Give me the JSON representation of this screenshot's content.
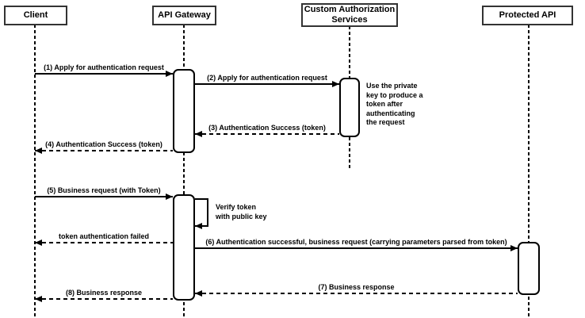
{
  "diagram_kind": "sequence",
  "colors": {
    "line": "#000000",
    "box_border": "#333333",
    "box_fill": "#ffffff",
    "background": "#ffffff",
    "text": "#000000"
  },
  "participants": [
    {
      "name": "Client"
    },
    {
      "name": "API Gateway"
    },
    {
      "name": "Custom Authorization\nServices"
    },
    {
      "name": "Protected API"
    }
  ],
  "messages": [
    {
      "label": "(1) Apply for authentication request",
      "from": "Client",
      "to": "API Gateway",
      "line": "solid"
    },
    {
      "label": "(2) Apply for authentication request",
      "from": "API Gateway",
      "to": "Custom Authorization Services",
      "line": "solid"
    },
    {
      "label": "(3) Authentication Success (token)",
      "from": "Custom Authorization Services",
      "to": "API Gateway",
      "line": "dashed"
    },
    {
      "label": "(4) Authentication Success (token)",
      "from": "API Gateway",
      "to": "Client",
      "line": "dashed"
    },
    {
      "label": "(5) Business request (with Token)",
      "from": "Client",
      "to": "API Gateway",
      "line": "solid"
    },
    {
      "label": "token authentication failed",
      "from": "API Gateway",
      "to": "Client",
      "line": "dashed"
    },
    {
      "label": "(6) Authentication successful, business request (carrying parameters parsed from token)",
      "from": "API Gateway",
      "to": "Protected API",
      "line": "solid"
    },
    {
      "label": "(7) Business response",
      "from": "Protected API",
      "to": "API Gateway",
      "line": "dashed"
    },
    {
      "label": "(8) Business response",
      "from": "API Gateway",
      "to": "Client",
      "line": "dashed"
    }
  ],
  "notes": [
    {
      "text": "Use the private\nkey to produce a\ntoken after\nauthenticating\nthe request",
      "attached_to": "Custom Authorization Services"
    },
    {
      "text": "Verify token\nwith public key",
      "attached_to": "API Gateway"
    }
  ]
}
